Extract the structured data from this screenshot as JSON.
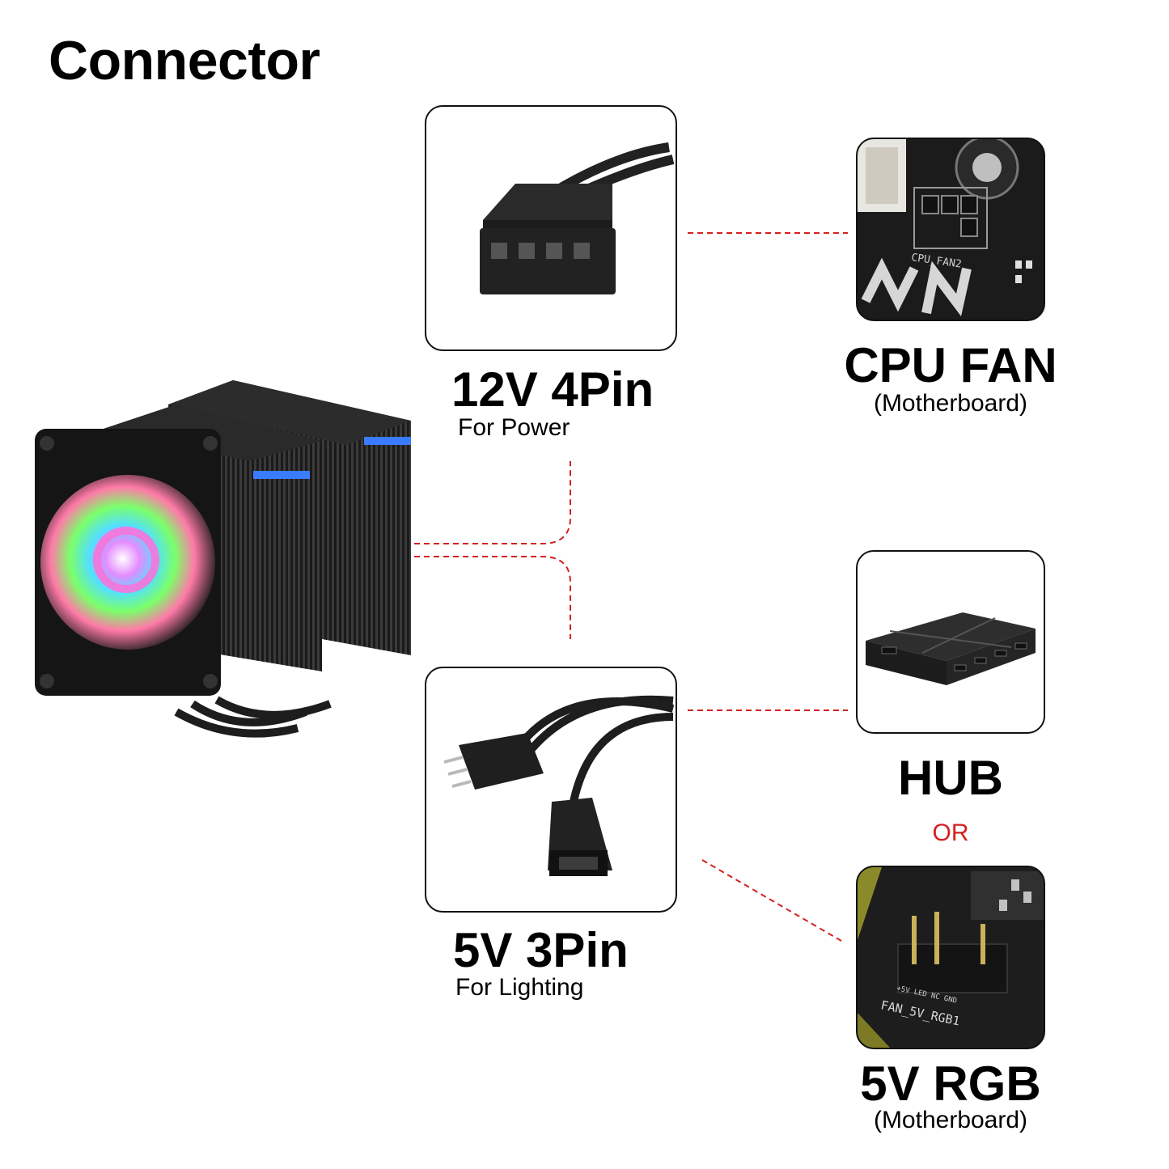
{
  "title": "Connector",
  "connectors": {
    "power": {
      "label": "12V 4Pin",
      "sub": "For Power"
    },
    "lighting": {
      "label": "5V 3Pin",
      "sub": "For Lighting"
    }
  },
  "targets": {
    "cpu_fan": {
      "label": "CPU FAN",
      "sub": "(Motherboard)"
    },
    "hub": {
      "label": "HUB"
    },
    "or": "OR",
    "rgb": {
      "label": "5V RGB",
      "sub": "(Motherboard)"
    }
  },
  "board_marks": {
    "cpu_fan_header": "CPU_FAN2",
    "rgb_header": "FAN_5V_RGB1",
    "rgb_pins": "+5V LED NC GND"
  },
  "colors": {
    "connector_line": "#d42020",
    "or_text": "#d42020",
    "box_border": "#111111"
  },
  "icons": [
    "cpu-cooler-image",
    "4pin-fan-connector-image",
    "motherboard-fan-header-image",
    "argb-splitter-cable-image",
    "rgb-hub-image",
    "motherboard-rgb-header-image"
  ]
}
